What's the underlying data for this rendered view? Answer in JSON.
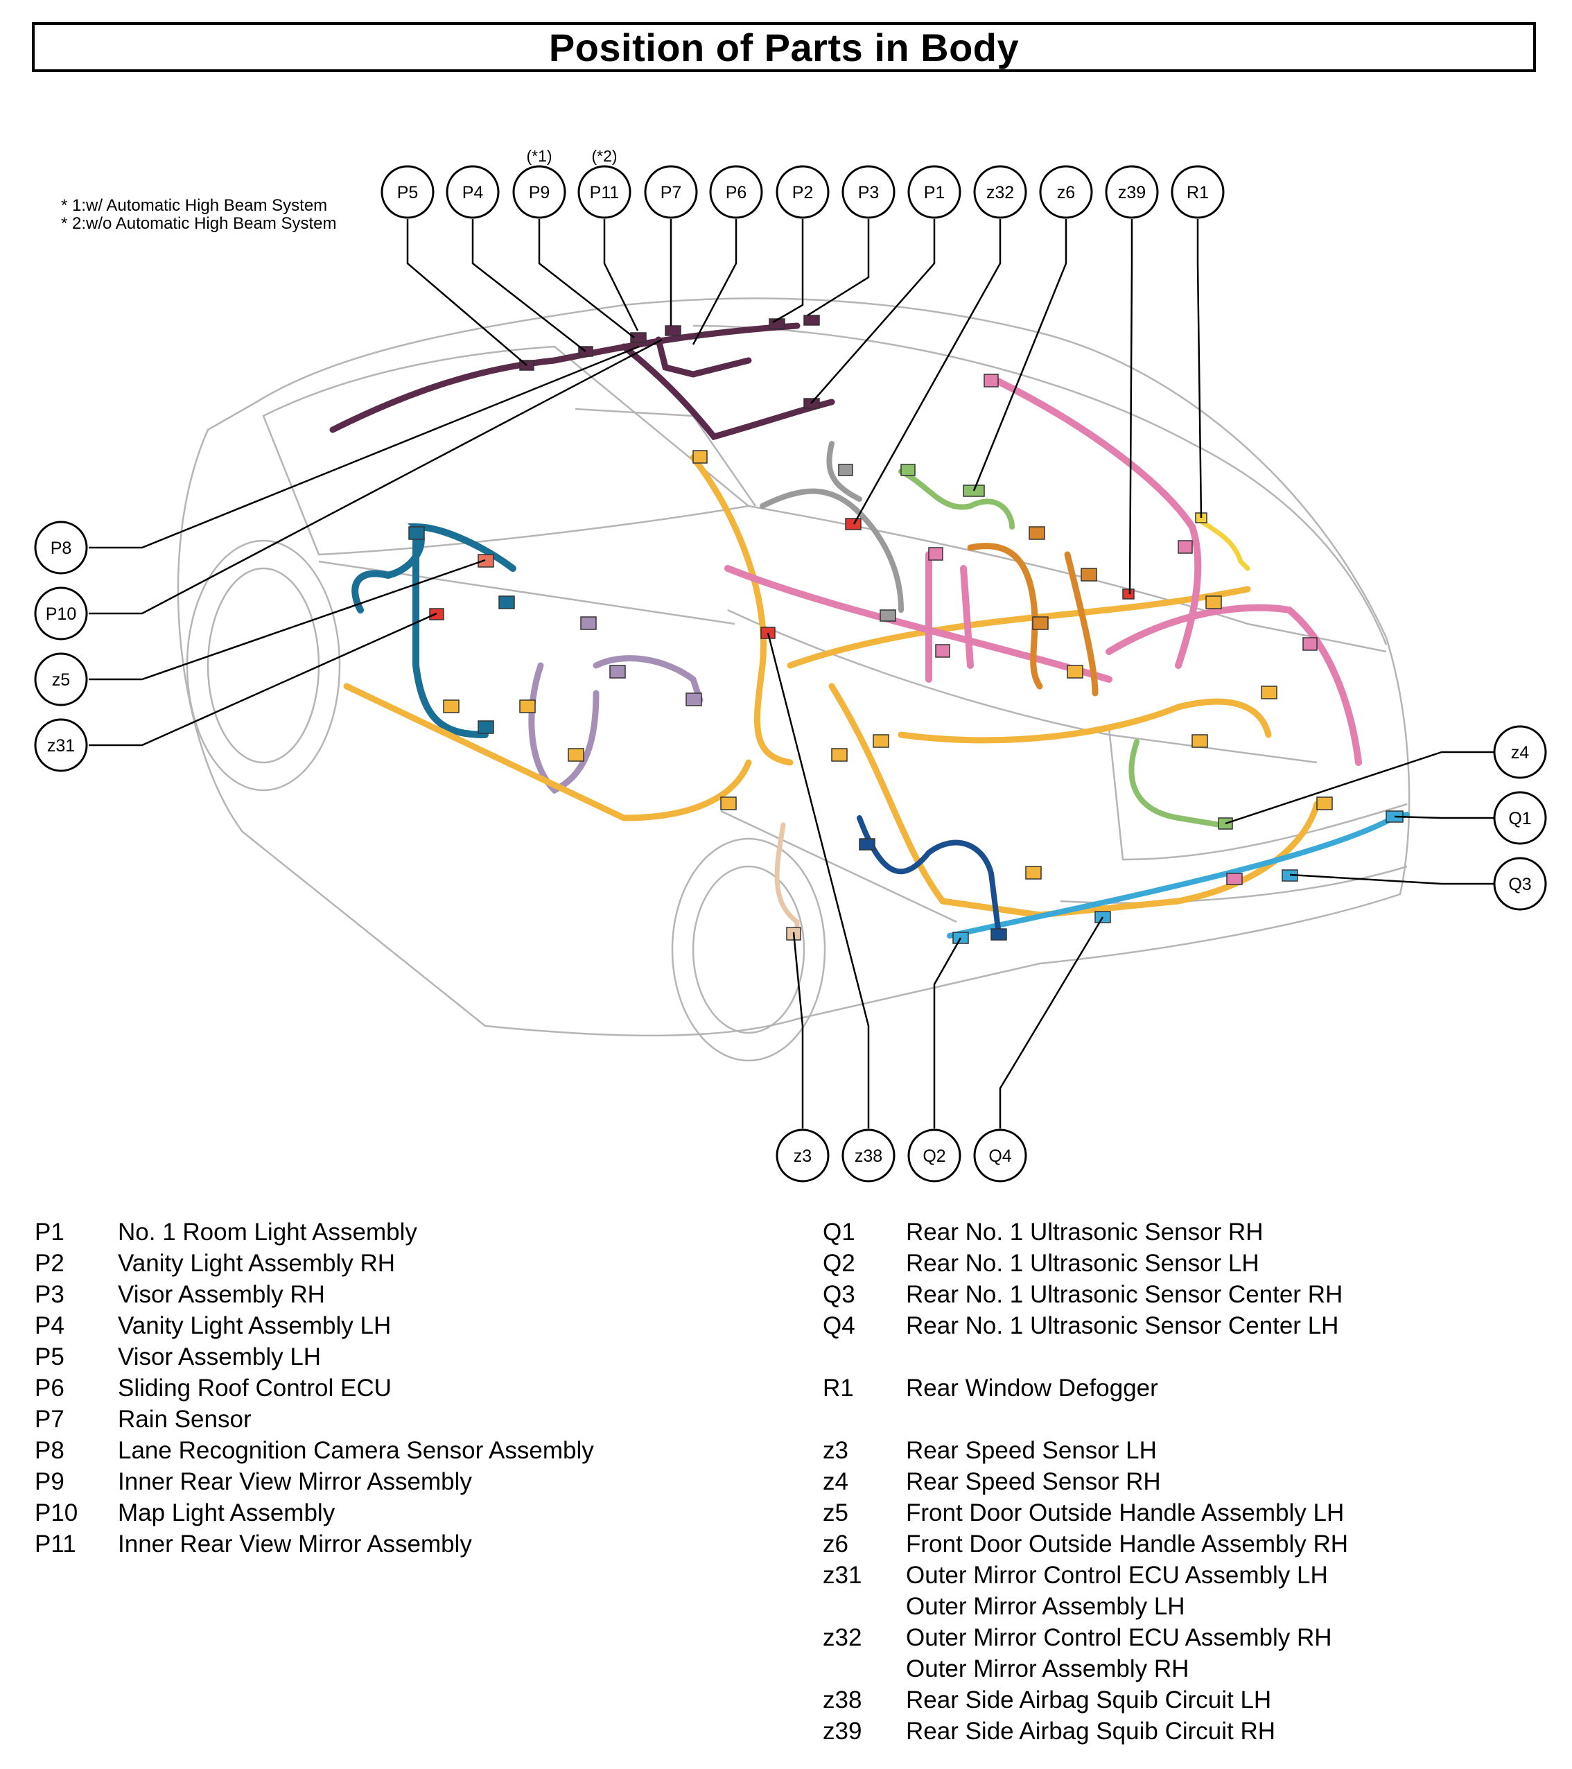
{
  "title": "Position of Parts in Body",
  "notes": [
    "* 1:w/ Automatic High Beam System",
    "* 2:w/o Automatic High Beam System"
  ],
  "footnote_marks": {
    "p9": "(*1)",
    "p11": "(*2)"
  },
  "callouts": {
    "p5": "P5",
    "p4": "P4",
    "p9": "P9",
    "p11": "P11",
    "p7": "P7",
    "p6": "P6",
    "p2": "P2",
    "p3": "P3",
    "p1": "P1",
    "z32": "z32",
    "z6": "z6",
    "z39": "z39",
    "r1": "R1",
    "p8": "P8",
    "p10": "P10",
    "z5": "z5",
    "z31": "z31",
    "z4": "z4",
    "q1": "Q1",
    "q3": "Q3",
    "z3": "z3",
    "z38": "z38",
    "q2": "Q2",
    "q4": "Q4"
  },
  "harness_colors": {
    "roof": "#5a2a4a",
    "front_door": "#1a6f95",
    "rear_door": "#a68fb6",
    "floor": "#f2b43a",
    "trunk_pink": "#e27fae",
    "trunk_orange": "#d9852a",
    "gray": "#9a9a9a",
    "green": "#8cbf6a",
    "bumper": "#3aa9d8",
    "dark_blue": "#1a4f8f",
    "defogger": "#f3d23a",
    "red": "#e2372e",
    "peach": "#e8c6a8"
  },
  "legend": {
    "left": [
      {
        "code": "P1",
        "desc": "No. 1 Room Light Assembly"
      },
      {
        "code": "P2",
        "desc": "Vanity Light Assembly RH"
      },
      {
        "code": "P3",
        "desc": "Visor Assembly RH"
      },
      {
        "code": "P4",
        "desc": "Vanity Light Assembly LH"
      },
      {
        "code": "P5",
        "desc": "Visor Assembly LH"
      },
      {
        "code": "P6",
        "desc": "Sliding Roof Control ECU"
      },
      {
        "code": "P7",
        "desc": "Rain Sensor"
      },
      {
        "code": "P8",
        "desc": "Lane Recognition Camera Sensor Assembly"
      },
      {
        "code": "P9",
        "desc": "Inner Rear View Mirror Assembly"
      },
      {
        "code": "P10",
        "desc": "Map Light Assembly"
      },
      {
        "code": "P11",
        "desc": "Inner Rear View Mirror Assembly"
      }
    ],
    "right_q": [
      {
        "code": "Q1",
        "desc": "Rear No. 1 Ultrasonic Sensor RH"
      },
      {
        "code": "Q2",
        "desc": "Rear No. 1 Ultrasonic Sensor LH"
      },
      {
        "code": "Q3",
        "desc": "Rear No. 1 Ultrasonic Sensor Center RH"
      },
      {
        "code": "Q4",
        "desc": "Rear No. 1 Ultrasonic Sensor Center LH"
      }
    ],
    "right_r": [
      {
        "code": "R1",
        "desc": "Rear Window Defogger"
      }
    ],
    "right_z": [
      {
        "code": "z3",
        "desc": "Rear Speed Sensor LH"
      },
      {
        "code": "z4",
        "desc": "Rear Speed Sensor RH"
      },
      {
        "code": "z5",
        "desc": "Front Door Outside Handle Assembly LH"
      },
      {
        "code": "z6",
        "desc": "Front Door Outside Handle Assembly RH"
      },
      {
        "code": "z31",
        "desc": "Outer Mirror Control ECU Assembly LH"
      },
      {
        "code": "",
        "desc": "Outer Mirror Assembly LH"
      },
      {
        "code": "z32",
        "desc": "Outer Mirror Control ECU Assembly RH"
      },
      {
        "code": "",
        "desc": "Outer Mirror Assembly RH"
      },
      {
        "code": "z38",
        "desc": "Rear Side Airbag Squib Circuit LH"
      },
      {
        "code": "z39",
        "desc": "Rear Side Airbag Squib Circuit RH"
      }
    ]
  }
}
